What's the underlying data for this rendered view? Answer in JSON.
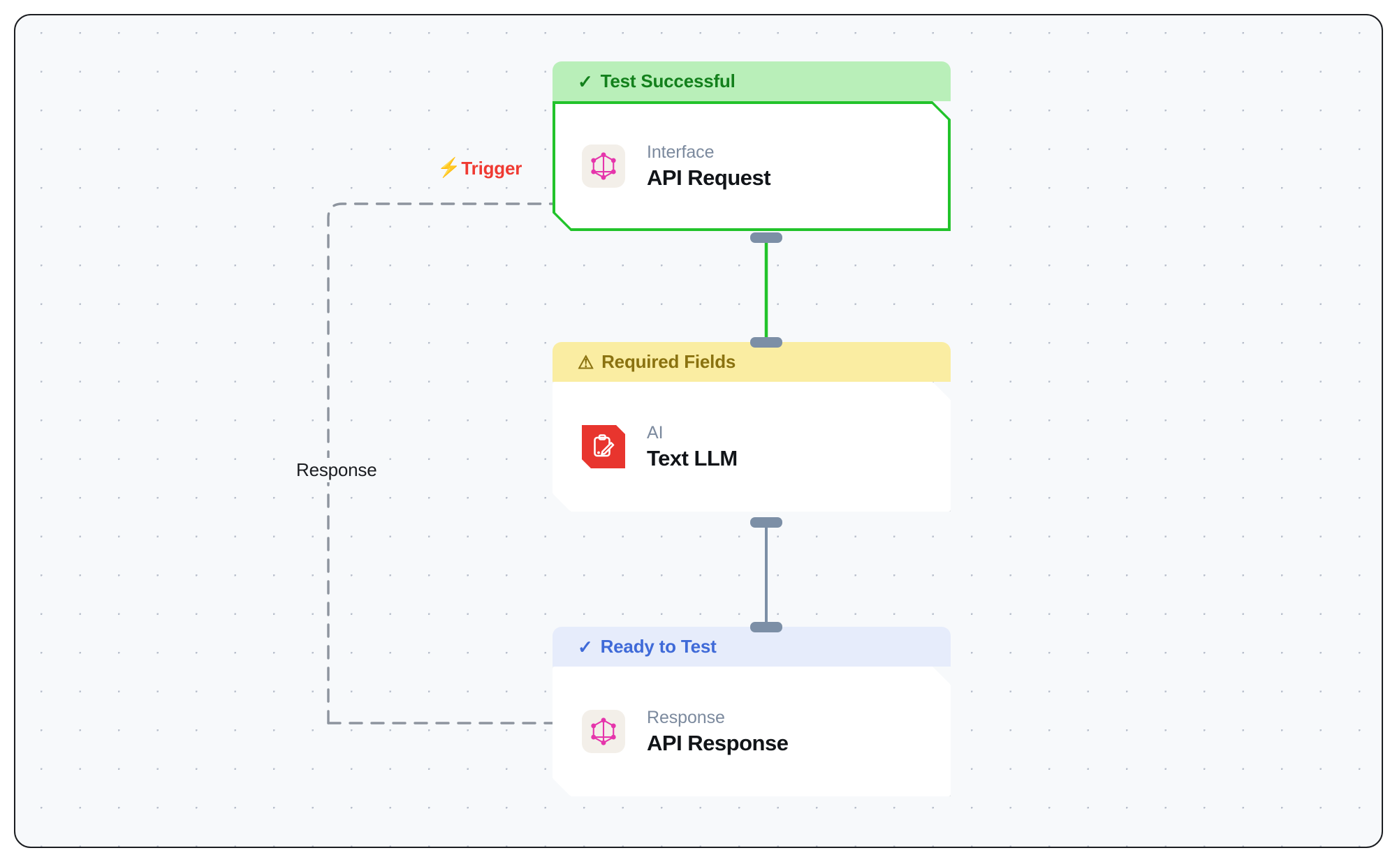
{
  "canvas": {
    "background_color": "#f7f9fb",
    "border_color": "#1b1d21",
    "grid_dot_color": "#b9c0cc"
  },
  "edges": [
    {
      "id": "trigger-edge",
      "label": "Trigger",
      "icon": "lightning-bolt-icon",
      "icon_glyph": "⚡",
      "color": "#ef3a32",
      "style": "dashed"
    },
    {
      "id": "response-edge",
      "label": "Response",
      "color": "#1b1d21",
      "style": "dashed"
    }
  ],
  "nodes": [
    {
      "id": "api-request",
      "status": {
        "label": "Test Successful",
        "icon": "check-icon",
        "icon_glyph": "✓",
        "bg_color": "#b9efb9",
        "text_color": "#13801c"
      },
      "category": "Interface",
      "title": "API Request",
      "icon": "graphql-icon",
      "selected": true,
      "outline_color": "#22c32b"
    },
    {
      "id": "text-llm",
      "status": {
        "label": "Required Fields",
        "icon": "warning-triangle-icon",
        "icon_glyph": "⚠",
        "bg_color": "#faeda2",
        "text_color": "#8a7210"
      },
      "category": "AI",
      "title": "Text LLM",
      "icon": "ai-clipboard-icon",
      "selected": false
    },
    {
      "id": "api-response",
      "status": {
        "label": "Ready to Test",
        "icon": "check-icon",
        "icon_glyph": "✓",
        "bg_color": "#e6ecfb",
        "text_color": "#3f6ad8"
      },
      "category": "Response",
      "title": "API Response",
      "icon": "graphql-icon",
      "selected": false
    }
  ],
  "connectors": [
    {
      "id": "request-to-llm",
      "color": "#22c32b",
      "handle_color": "#7c8fa6"
    },
    {
      "id": "llm-to-response",
      "color": "#7c8fa6",
      "handle_color": "#7c8fa6"
    }
  ]
}
